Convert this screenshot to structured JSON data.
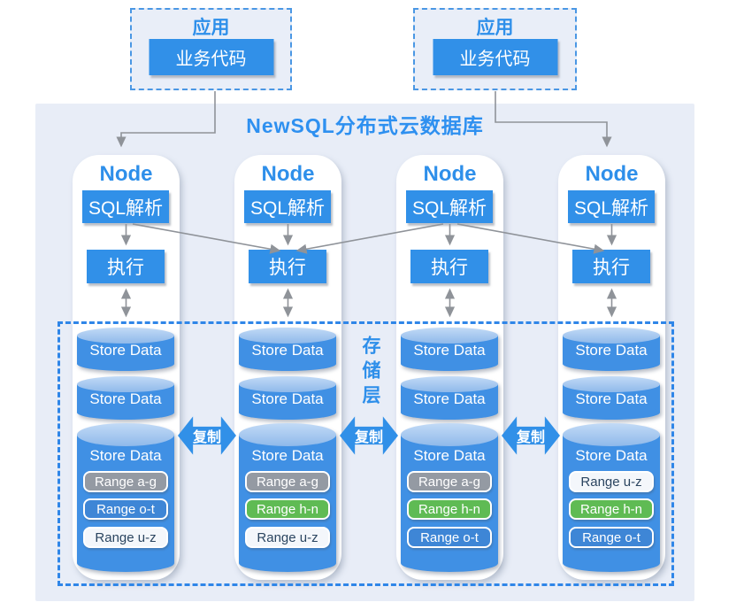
{
  "title": "NewSQL分布式云数据库",
  "apps": [
    {
      "label": "应用",
      "button": "业务代码"
    },
    {
      "label": "应用",
      "button": "业务代码"
    }
  ],
  "nodes": [
    {
      "title": "Node",
      "sql": "SQL解析",
      "exec": "执行",
      "stores": [
        "Store Data",
        "Store Data"
      ],
      "main_store": {
        "label": "Store Data",
        "ranges": [
          {
            "label": "Range a-g",
            "variant": "gray"
          },
          {
            "label": "Range o-t",
            "variant": "blue"
          },
          {
            "label": "Range u-z",
            "variant": "light"
          }
        ]
      }
    },
    {
      "title": "Node",
      "sql": "SQL解析",
      "exec": "执行",
      "stores": [
        "Store Data",
        "Store Data"
      ],
      "main_store": {
        "label": "Store Data",
        "ranges": [
          {
            "label": "Range a-g",
            "variant": "gray"
          },
          {
            "label": "Range h-n",
            "variant": "green"
          },
          {
            "label": "Range u-z",
            "variant": "light"
          }
        ]
      }
    },
    {
      "title": "Node",
      "sql": "SQL解析",
      "exec": "执行",
      "stores": [
        "Store Data",
        "Store Data"
      ],
      "main_store": {
        "label": "Store Data",
        "ranges": [
          {
            "label": "Range a-g",
            "variant": "gray"
          },
          {
            "label": "Range h-n",
            "variant": "green"
          },
          {
            "label": "Range o-t",
            "variant": "blue"
          }
        ]
      }
    },
    {
      "title": "Node",
      "sql": "SQL解析",
      "exec": "执行",
      "stores": [
        "Store Data",
        "Store Data"
      ],
      "main_store": {
        "label": "Store Data",
        "ranges": [
          {
            "label": "Range u-z",
            "variant": "light"
          },
          {
            "label": "Range h-n",
            "variant": "green"
          },
          {
            "label": "Range o-t",
            "variant": "blue"
          }
        ]
      }
    }
  ],
  "storage": {
    "layer_label": "存储层",
    "replication": [
      "复制",
      "复制",
      "复制"
    ]
  },
  "colors": {
    "primary_blue": "#3190e8",
    "cylinder_blue": "#4090e4",
    "container_bg": "#e8edf7",
    "dashed_border": "#2f86e8",
    "pill_gray": "#949aa3",
    "pill_blue": "#3e86d6",
    "pill_green": "#5fbb54",
    "pill_light_bg": "#f4f7fb",
    "pill_light_text": "#2b4560",
    "line_gray": "#8f9399",
    "title_blue": "#2e90f0"
  }
}
